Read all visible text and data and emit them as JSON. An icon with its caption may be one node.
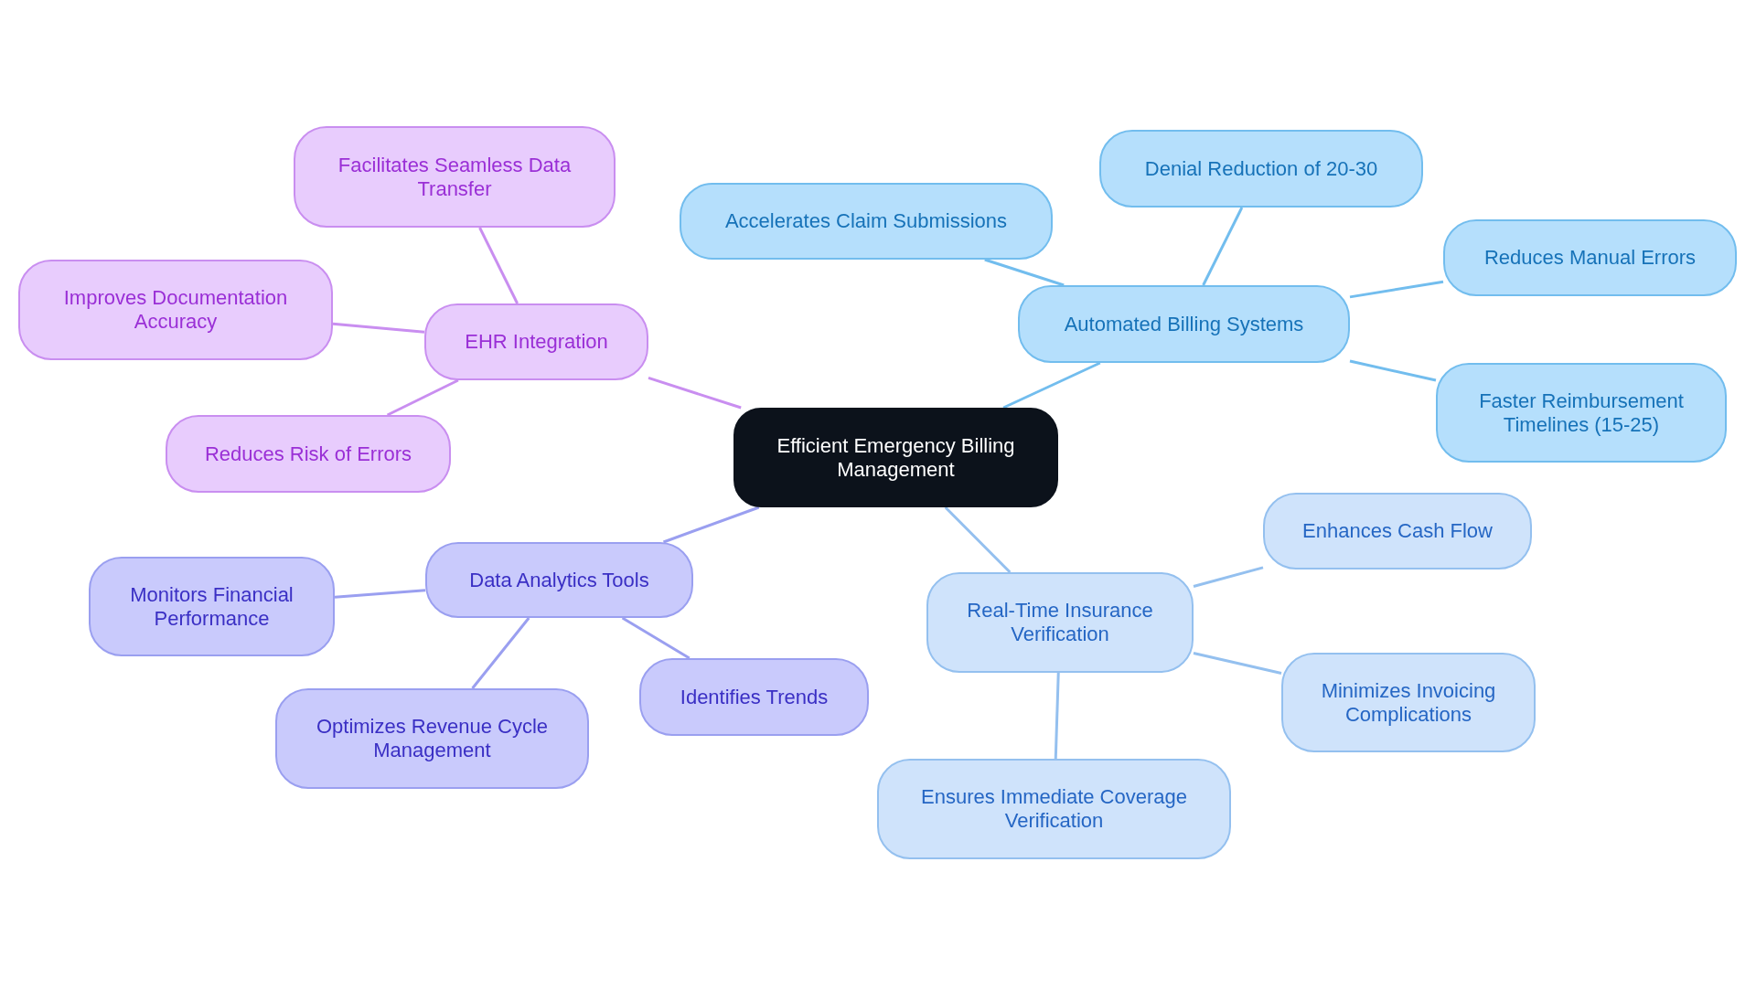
{
  "diagram": {
    "nodes": [
      {
        "text": [
          "Efficient Emergency Billing Management"
        ]
      },
      {
        "text": [
          "EHR Integration"
        ]
      },
      {
        "text": [
          "Facilitates Seamless Data Transfer"
        ]
      },
      {
        "text": [
          "Improves Documentation Accuracy"
        ]
      },
      {
        "text": [
          "Reduces Risk of Errors"
        ]
      },
      {
        "text": [
          "Data Analytics Tools"
        ]
      },
      {
        "text": [
          "Monitors Financial Performance"
        ]
      },
      {
        "text": [
          "Optimizes Revenue Cycle Management"
        ]
      },
      {
        "text": [
          "Identifies Trends"
        ]
      },
      {
        "text": [
          "Automated Billing Systems"
        ]
      },
      {
        "text": [
          "Accelerates Claim Submissions"
        ]
      },
      {
        "text": [
          "Denial Reduction of 20-30"
        ]
      },
      {
        "text": [
          "Reduces Manual Errors"
        ]
      },
      {
        "text": [
          "Faster Reimbursement Timelines (15-25)"
        ]
      },
      {
        "text": [
          "Real-Time Insurance Verification"
        ]
      },
      {
        "text": [
          "Enhances Cash Flow"
        ]
      },
      {
        "text": [
          "Minimizes Invoicing Complications"
        ]
      },
      {
        "text": [
          "Ensures Immediate Coverage Verification"
        ]
      }
    ],
    "edges": [
      {
        "from": 0,
        "to": 1,
        "arrow": "none",
        "color": "#c98ef0"
      },
      {
        "from": 1,
        "to": 2,
        "arrow": "none",
        "color": "#c98ef0"
      },
      {
        "from": 1,
        "to": 3,
        "arrow": "none",
        "color": "#c98ef0"
      },
      {
        "from": 1,
        "to": 4,
        "arrow": "none",
        "color": "#c98ef0"
      },
      {
        "from": 0,
        "to": 5,
        "arrow": "none",
        "color": "#9a9ff0"
      },
      {
        "from": 5,
        "to": 6,
        "arrow": "none",
        "color": "#9a9ff0"
      },
      {
        "from": 5,
        "to": 7,
        "arrow": "none",
        "color": "#9a9ff0"
      },
      {
        "from": 5,
        "to": 8,
        "arrow": "none",
        "color": "#9a9ff0"
      },
      {
        "from": 0,
        "to": 9,
        "arrow": "none"
      },
      {
        "from": 9,
        "to": 10,
        "arrow": "none"
      },
      {
        "from": 9,
        "to": 11,
        "arrow": "none"
      },
      {
        "from": 9,
        "to": 12,
        "arrow": "none"
      },
      {
        "from": 9,
        "to": 13,
        "arrow": "none"
      },
      {
        "from": 0,
        "to": 14,
        "arrow": "none",
        "color": "#94c0ef"
      },
      {
        "from": 14,
        "to": 15,
        "arrow": "none",
        "color": "#94c0ef"
      },
      {
        "from": 14,
        "to": 16,
        "arrow": "none",
        "color": "#94c0ef"
      },
      {
        "from": 14,
        "to": 17,
        "arrow": "none",
        "color": "#94c0ef"
      }
    ]
  }
}
